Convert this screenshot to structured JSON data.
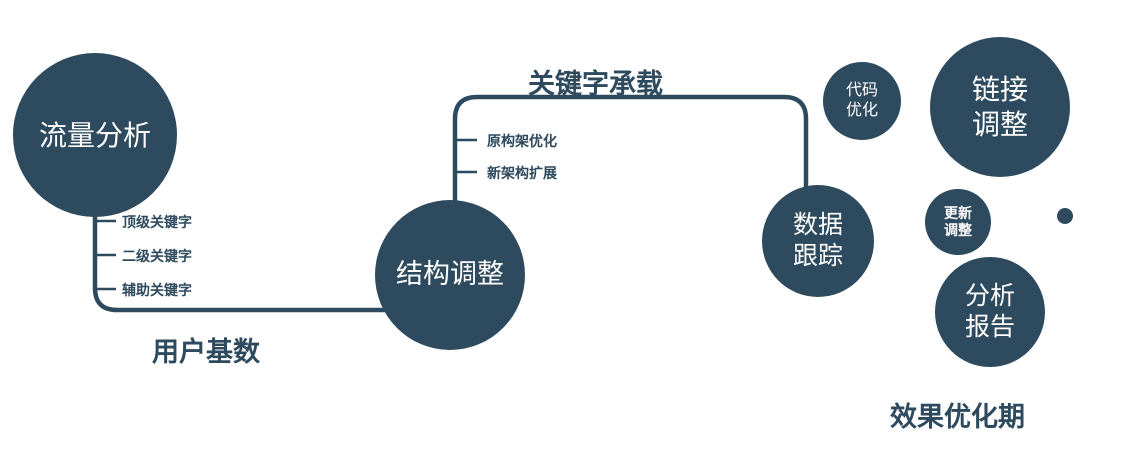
{
  "colors": {
    "primary": "#2e4a5e",
    "circle_text": "#ffffff",
    "background": "#ffffff"
  },
  "nodes": {
    "traffic_analysis": {
      "label": "流量分析"
    },
    "structure_adjust": {
      "label": "结构调整"
    },
    "data_tracking": {
      "line1": "数据",
      "line2": "跟踪"
    },
    "code_optimization": {
      "line1": "代码",
      "line2": "优化"
    },
    "link_adjustment": {
      "line1": "链接",
      "line2": "调整"
    },
    "update_adjustment": {
      "line1": "更新",
      "line2": "调整"
    },
    "analysis_report": {
      "line1": "分析",
      "line2": "报告"
    }
  },
  "edge_labels": {
    "keyword_carry": "关键字承载",
    "user_base": "用户基数"
  },
  "branch_labels": {
    "traffic": [
      "顶级关键字",
      "二级关键字",
      "辅助关键字"
    ],
    "structure": [
      "原构架优化",
      "新架构扩展"
    ]
  },
  "caption": "效果优化期"
}
